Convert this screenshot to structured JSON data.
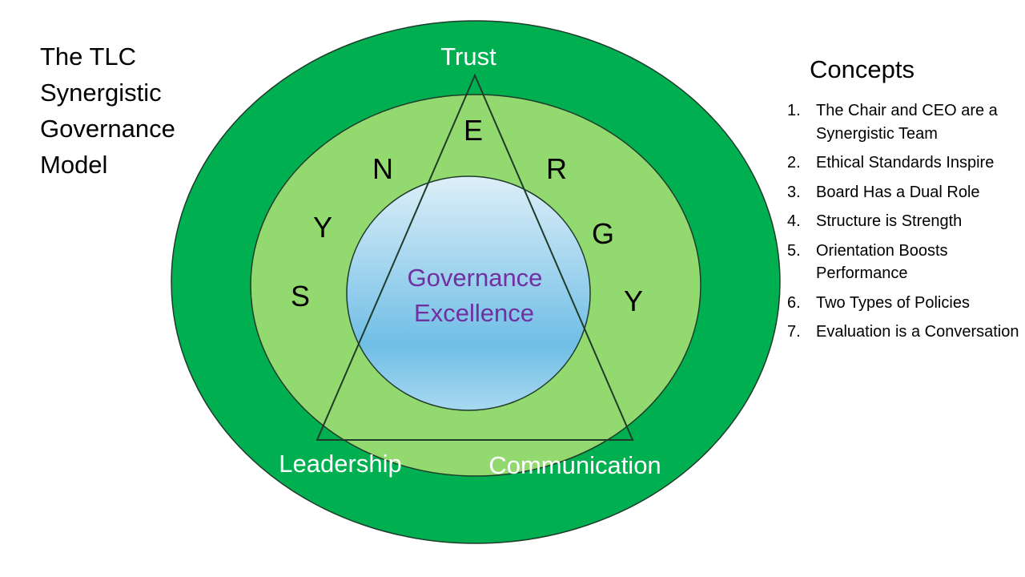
{
  "title_lines": [
    "The TLC",
    "Synergistic",
    "Governance",
    "Model"
  ],
  "diagram": {
    "vertices": {
      "top": "Trust",
      "bottom_left": "Leadership",
      "bottom_right": "Communication"
    },
    "synergy_letters": [
      "S",
      "Y",
      "N",
      "E",
      "R",
      "G",
      "Y"
    ],
    "center_lines": [
      "Governance",
      "Excellence"
    ],
    "colors": {
      "outer_ring": "#00B050",
      "inner_ring": "#92D96F",
      "center_top": "#DDEFF8",
      "center_bottom": "#70BEE6",
      "center_text": "#7030A0",
      "vertex_text": "#FFFFFF"
    }
  },
  "concepts": {
    "heading": "Concepts",
    "items": [
      {
        "num": "1.",
        "text": "The Chair and CEO are a Synergistic Team"
      },
      {
        "num": "2.",
        "text": "Ethical Standards Inspire"
      },
      {
        "num": "3.",
        "text": "Board Has a Dual Role"
      },
      {
        "num": "4.",
        "text": "Structure is Strength"
      },
      {
        "num": "5.",
        "text": "Orientation Boosts Performance"
      },
      {
        "num": "6.",
        "text": "Two Types of Policies"
      },
      {
        "num": "7.",
        "text": "Evaluation is a Conversation"
      }
    ]
  }
}
